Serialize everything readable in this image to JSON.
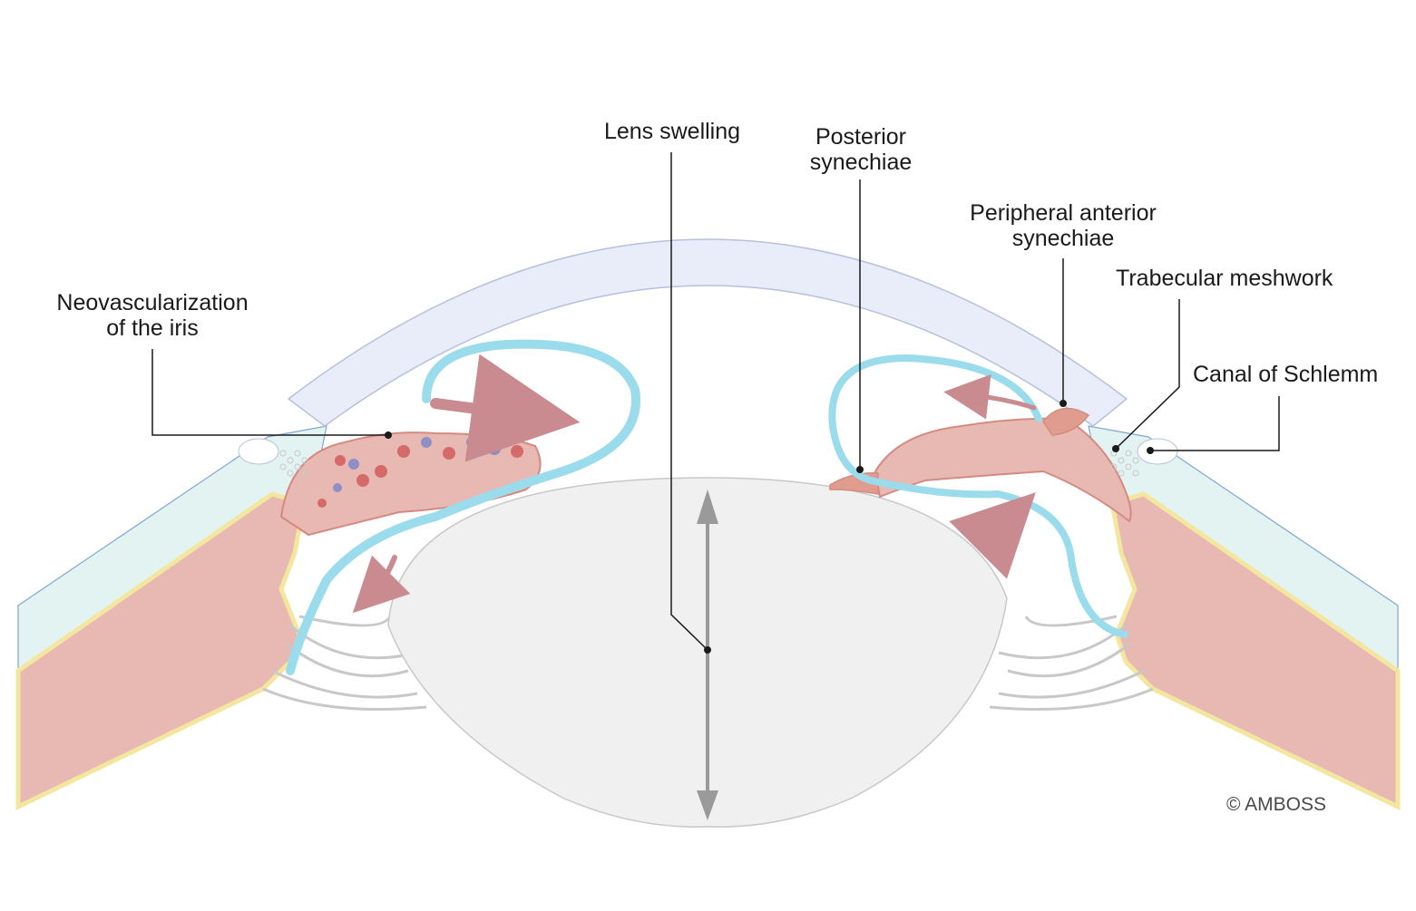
{
  "labels": {
    "lens_swelling": "Lens swelling",
    "posterior_synechiae_l1": "Posterior",
    "posterior_synechiae_l2": "synechiae",
    "peripheral_anterior_l1": "Peripheral anterior",
    "peripheral_anterior_l2": "synechiae",
    "trabecular_meshwork": "Trabecular meshwork",
    "canal_of_schlemm": "Canal of Schlemm",
    "neovascularization_l1": "Neovascularization",
    "neovascularization_l2": "of the iris"
  },
  "copyright": "© AMBOSS",
  "colors": {
    "cornea": "#e9edf9",
    "sclera": "#e3f3f1",
    "uvea": "#e8b9b3",
    "iris": "#e09d8f",
    "lens": "#f0f0f0",
    "aqueous_flow": "#9adcec",
    "arrow": "#c98b8f",
    "zonules": "#c8c8c8",
    "border_yellow": "#f3e7a0"
  }
}
